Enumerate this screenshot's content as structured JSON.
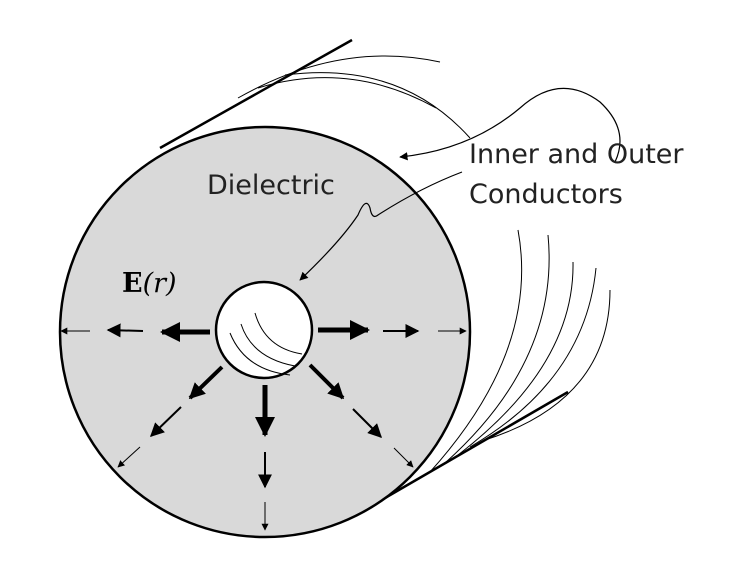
{
  "labels": {
    "dielectric": "Dielectric",
    "conductors_line1": "Inner and Outer",
    "conductors_line2": "Conductors",
    "field_symbol": "E",
    "field_arg": "(r)"
  },
  "colors": {
    "dielectric_fill": "#d9d9d9",
    "stroke": "#000000",
    "inner_conductor_fill": "#ffffff"
  }
}
